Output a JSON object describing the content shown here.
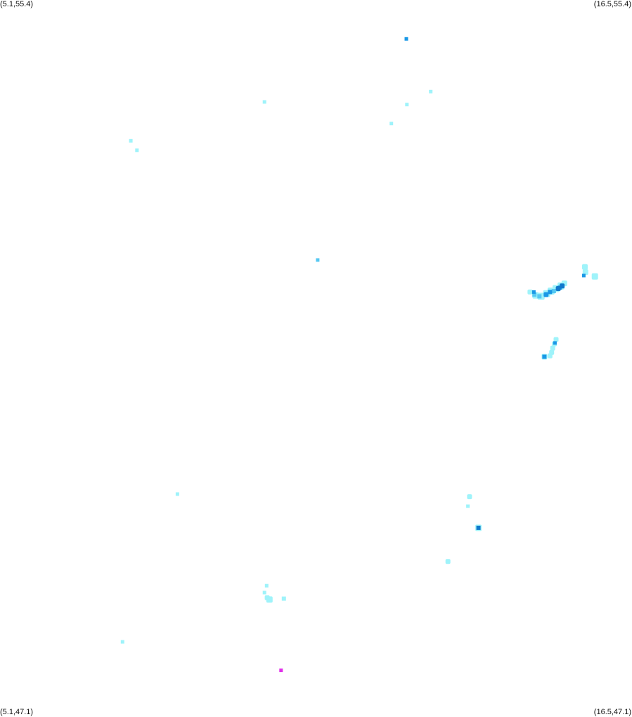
{
  "corners": {
    "top_left": "(5.1,55.4)",
    "top_right": "(16.5,55.4)",
    "bottom_left": "(5.1,47.1)",
    "bottom_right": "(16.5,47.1)"
  },
  "bounds": {
    "lon_min": 5.1,
    "lon_max": 16.5,
    "lat_min": 47.1,
    "lat_max": 55.4
  },
  "colors": {
    "low": "#9ff3fa",
    "mid": "#55c8f2",
    "high": "#1a98e6",
    "highest": "#1179cc",
    "outlier": "#e030e8",
    "label": "#111111"
  },
  "points": [
    {
      "lon": 12.43,
      "lat": 54.95,
      "level": "high"
    },
    {
      "lon": 12.87,
      "lat": 54.34,
      "level": "low"
    },
    {
      "lon": 12.44,
      "lat": 54.19,
      "level": "low"
    },
    {
      "lon": 9.87,
      "lat": 54.22,
      "level": "low"
    },
    {
      "lon": 12.16,
      "lat": 53.97,
      "level": "low"
    },
    {
      "lon": 7.46,
      "lat": 53.77,
      "level": "low"
    },
    {
      "lon": 7.57,
      "lat": 53.66,
      "level": "low"
    },
    {
      "lon": 10.83,
      "lat": 52.39,
      "level": "mid"
    },
    {
      "lon": 15.65,
      "lat": 52.31,
      "level": "low",
      "size": 8
    },
    {
      "lon": 15.66,
      "lat": 52.25,
      "level": "low",
      "size": 8
    },
    {
      "lon": 15.83,
      "lat": 52.2,
      "level": "low",
      "size": 9
    },
    {
      "lon": 15.63,
      "lat": 52.21,
      "level": "high"
    },
    {
      "lon": 14.66,
      "lat": 52.02,
      "level": "low",
      "size": 7
    },
    {
      "lon": 14.76,
      "lat": 51.98,
      "level": "low",
      "size": 9
    },
    {
      "lon": 14.86,
      "lat": 51.97,
      "level": "low",
      "size": 10
    },
    {
      "lon": 14.96,
      "lat": 52.0,
      "level": "low",
      "size": 10
    },
    {
      "lon": 15.04,
      "lat": 52.03,
      "level": "low",
      "size": 10
    },
    {
      "lon": 15.13,
      "lat": 52.06,
      "level": "low",
      "size": 10
    },
    {
      "lon": 15.22,
      "lat": 52.09,
      "level": "low",
      "size": 10
    },
    {
      "lon": 15.28,
      "lat": 52.12,
      "level": "low",
      "size": 8
    },
    {
      "lon": 14.74,
      "lat": 51.99,
      "level": "mid",
      "size": 6
    },
    {
      "lon": 14.83,
      "lat": 51.97,
      "level": "mid",
      "size": 6
    },
    {
      "lon": 14.95,
      "lat": 51.99,
      "level": "high",
      "size": 7
    },
    {
      "lon": 15.02,
      "lat": 52.02,
      "level": "high",
      "size": 6
    },
    {
      "lon": 15.09,
      "lat": 52.03,
      "level": "mid",
      "size": 6
    },
    {
      "lon": 15.17,
      "lat": 52.06,
      "level": "highest",
      "size": 7
    },
    {
      "lon": 15.24,
      "lat": 52.09,
      "level": "highest",
      "size": 7
    },
    {
      "lon": 15.2,
      "lat": 52.07,
      "level": "high",
      "size": 6
    },
    {
      "lon": 14.73,
      "lat": 52.02,
      "level": "high"
    },
    {
      "lon": 15.13,
      "lat": 51.47,
      "level": "low",
      "size": 7
    },
    {
      "lon": 15.1,
      "lat": 51.42,
      "level": "low",
      "size": 7
    },
    {
      "lon": 15.07,
      "lat": 51.37,
      "level": "low",
      "size": 7
    },
    {
      "lon": 15.05,
      "lat": 51.32,
      "level": "low",
      "size": 7
    },
    {
      "lon": 15.02,
      "lat": 51.28,
      "level": "low",
      "size": 7
    },
    {
      "lon": 14.92,
      "lat": 51.27,
      "level": "low",
      "size": 8
    },
    {
      "lon": 15.11,
      "lat": 51.43,
      "level": "high",
      "size": 5
    },
    {
      "lon": 14.92,
      "lat": 51.27,
      "level": "high",
      "size": 6
    },
    {
      "lon": 8.3,
      "lat": 49.68,
      "level": "low"
    },
    {
      "lon": 13.57,
      "lat": 49.65,
      "level": "low",
      "size": 7
    },
    {
      "lon": 13.54,
      "lat": 49.54,
      "level": "low"
    },
    {
      "lon": 13.73,
      "lat": 49.29,
      "level": "low",
      "size": 9
    },
    {
      "lon": 13.73,
      "lat": 49.29,
      "level": "highest",
      "size": 6
    },
    {
      "lon": 13.18,
      "lat": 48.9,
      "level": "low",
      "size": 7
    },
    {
      "lon": 9.91,
      "lat": 48.62,
      "level": "low"
    },
    {
      "lon": 9.87,
      "lat": 48.54,
      "level": "low"
    },
    {
      "lon": 9.96,
      "lat": 48.46,
      "level": "low",
      "size": 9
    },
    {
      "lon": 9.92,
      "lat": 48.48,
      "level": "low",
      "size": 7
    },
    {
      "lon": 10.22,
      "lat": 48.47,
      "level": "low",
      "size": 6
    },
    {
      "lon": 7.31,
      "lat": 47.97,
      "level": "low"
    },
    {
      "lon": 10.17,
      "lat": 47.64,
      "level": "outlier"
    }
  ]
}
